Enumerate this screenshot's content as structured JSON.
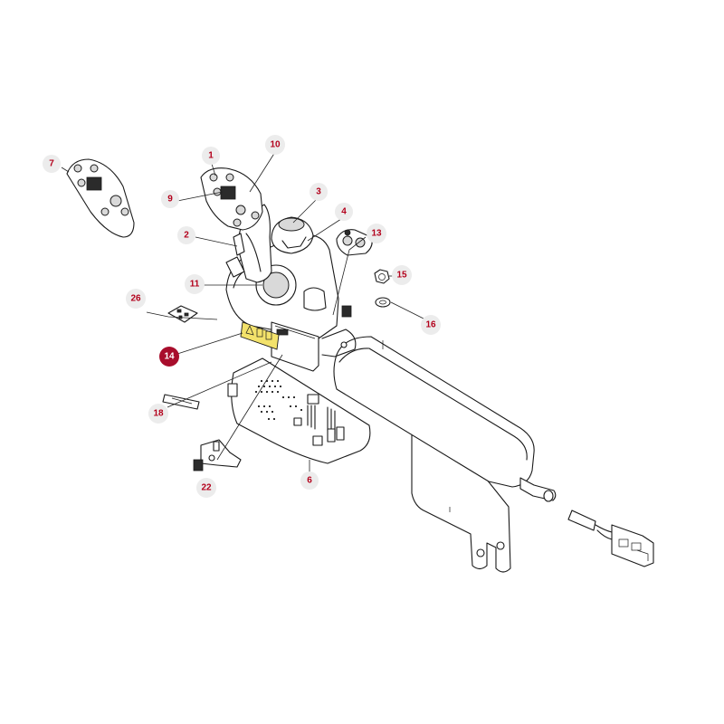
{
  "callouts": [
    {
      "id": "c1",
      "label": "1",
      "highlight": false
    },
    {
      "id": "c2",
      "label": "2",
      "highlight": false
    },
    {
      "id": "c3",
      "label": "3",
      "highlight": false
    },
    {
      "id": "c4",
      "label": "4",
      "highlight": false
    },
    {
      "id": "c6",
      "label": "6",
      "highlight": false
    },
    {
      "id": "c7",
      "label": "7",
      "highlight": false
    },
    {
      "id": "c9",
      "label": "9",
      "highlight": false
    },
    {
      "id": "c10",
      "label": "10",
      "highlight": false
    },
    {
      "id": "c11",
      "label": "11",
      "highlight": false
    },
    {
      "id": "c13",
      "label": "13",
      "highlight": false
    },
    {
      "id": "c14",
      "label": "14",
      "highlight": true
    },
    {
      "id": "c15",
      "label": "15",
      "highlight": false
    },
    {
      "id": "c16",
      "label": "16",
      "highlight": false
    },
    {
      "id": "c18",
      "label": "18",
      "highlight": false
    },
    {
      "id": "c22",
      "label": "22",
      "highlight": false
    },
    {
      "id": "c26",
      "label": "26",
      "highlight": false
    }
  ],
  "colors": {
    "callout_text": "#b3001b",
    "callout_bubble": "#ececec",
    "highlight_bubble": "#a80d2c",
    "highlight_part": "#f3e26b"
  }
}
